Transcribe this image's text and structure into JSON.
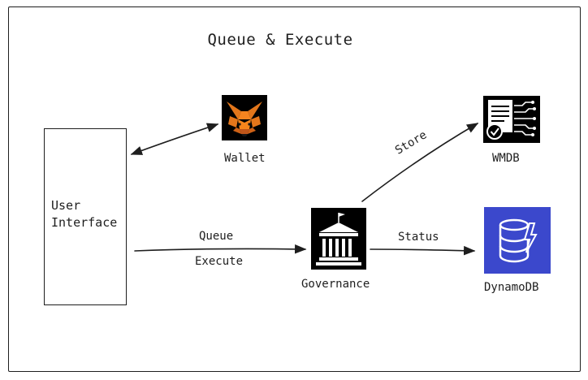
{
  "title": "Queue & Execute",
  "nodes": {
    "user_interface": {
      "line1": "User",
      "line2": "Interface"
    },
    "wallet": {
      "label": "Wallet"
    },
    "wmdb": {
      "label": "WMDB"
    },
    "governance": {
      "label": "Governance"
    },
    "dynamodb": {
      "label": "DynamoDB"
    }
  },
  "edges": {
    "queue": "Queue",
    "execute": "Execute",
    "store": "Store",
    "status": "Status"
  },
  "icons": {
    "wallet": "metamask-fox-icon",
    "wmdb": "document-database-icon",
    "governance": "government-building-icon",
    "dynamodb": "dynamodb-icon"
  },
  "colors": {
    "fox_orange": "#e2761b",
    "fox_dark": "#c0561a",
    "dynamodb_blue": "#3b48cc",
    "ink": "#1e1e1e"
  }
}
